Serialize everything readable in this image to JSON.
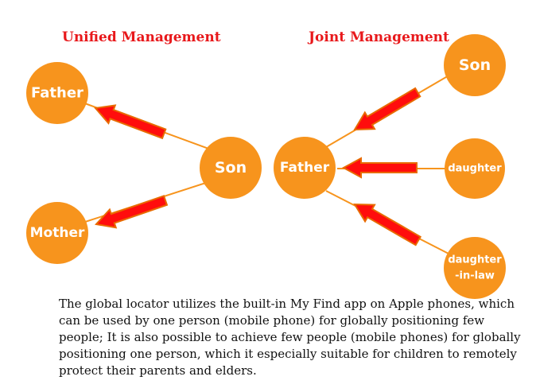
{
  "titles": {
    "unified": "Unified Management",
    "joint": "Joint Management"
  },
  "nodes": {
    "u_father": "Father",
    "u_son": "Son",
    "u_mother": "Mother",
    "j_father": "Father",
    "j_son": "Son",
    "j_daughter": "daughter",
    "j_dil_1": "daughter",
    "j_dil_2": "-in-law"
  },
  "caption": "The global locator utilizes the built-in My Find app on Apple phones, which can be used by one person (mobile phone) for globally positioning few people; It is also possible to achieve few people (mobile phones) for globally positioning one person, which it especially suitable for children to remotely protect their parents and elders.",
  "colors": {
    "node": "#f7941d",
    "line": "#f7941d",
    "arrow_fill": "#ff0d0d",
    "arrow_stroke": "#e86a00",
    "title": "#e8181b"
  }
}
